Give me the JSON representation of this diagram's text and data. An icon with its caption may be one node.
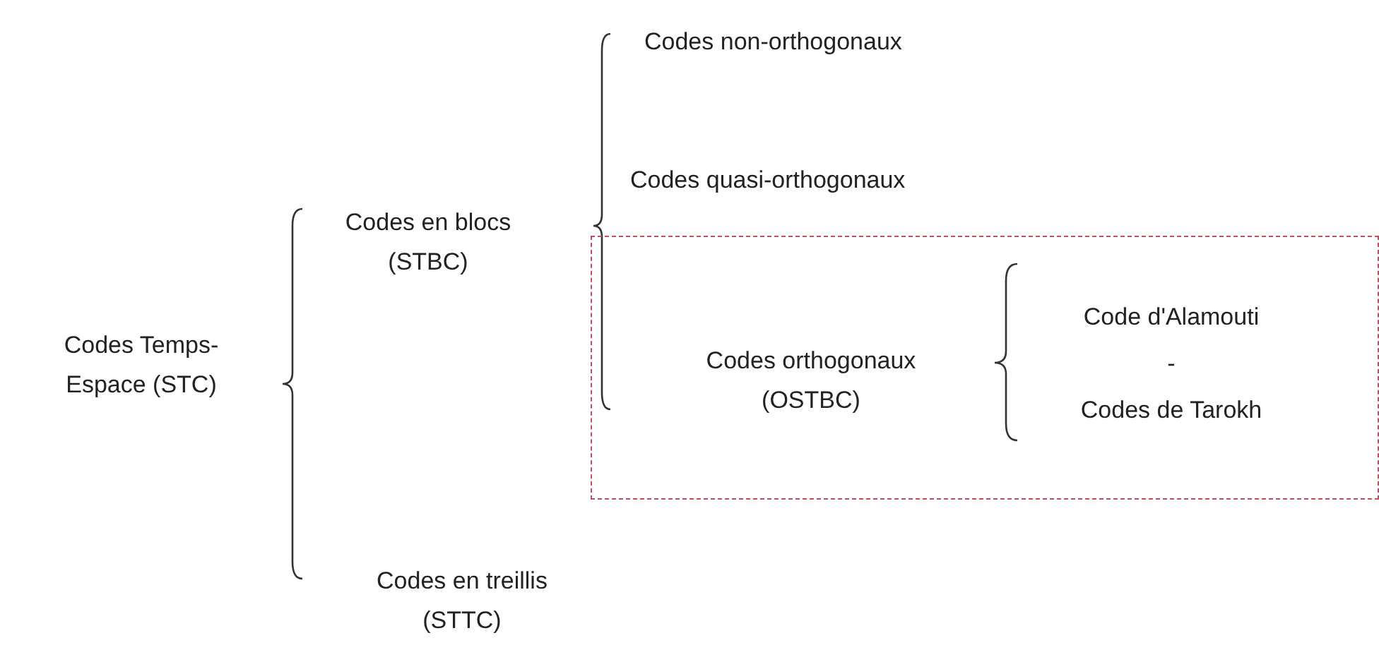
{
  "diagram": {
    "nodes": [
      {
        "text": [
          "Codes orthogonaux (OSTBC)",
          "Code d'Alamouti",
          "-",
          "Codes de Tarokh"
        ]
      }
    ],
    "labels": [
      "Codes Temps-Espace (STC)",
      "Codes en blocs (STBC)",
      "Codes non-orthogonaux",
      "Codes quasi-orthogonaux",
      "Codes en treillis (STTC)"
    ]
  }
}
